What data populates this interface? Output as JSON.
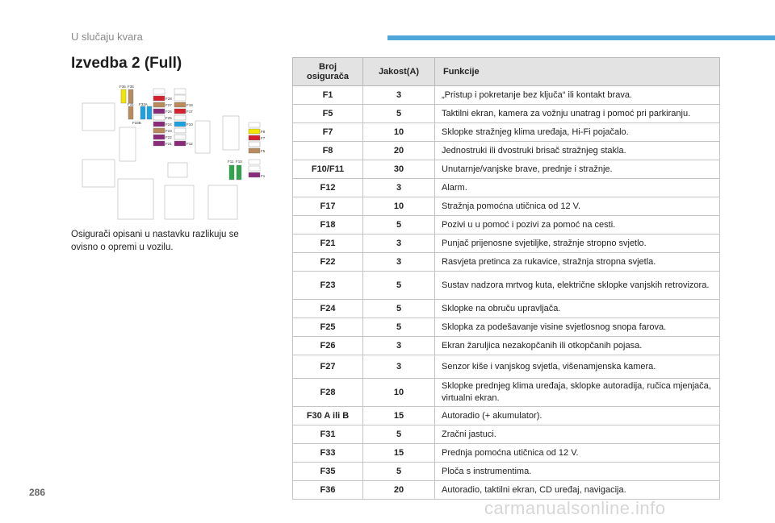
{
  "header": {
    "section": "U slučaju kvara",
    "accent": "#4ea7d8"
  },
  "title": "Izvedba 2 (Full)",
  "note": "Osigurači opisani u nastavku razlikuju se ovisno o opremi u vozilu.",
  "page_number": "286",
  "watermark": "carmanualsonline.info",
  "diagram": {
    "labels": {
      "f36": "F36",
      "f35": "F35",
      "f31": "F31",
      "f33a": "F33A",
      "f33b": "F33B",
      "f28": "F28",
      "f27": "F27",
      "f26": "F26",
      "f25": "F25",
      "f24": "F24",
      "f23": "F23",
      "f22": "F22",
      "f21": "F21",
      "f18": "F18",
      "f17": "F17",
      "f10": "F10",
      "f12": "F12",
      "f8": "F8",
      "f7": "F7",
      "f5": "F5",
      "f11": "F11",
      "f10b": "F10",
      "f1": "F1"
    },
    "colors": {
      "yellow": "#f2e600",
      "brown": "#b88a5c",
      "blue": "#1da2e0",
      "red": "#d4202f",
      "purple": "#8a2a7a",
      "green": "#2ea54a"
    }
  },
  "table": {
    "headers": {
      "fuse": "Broj osigurača",
      "rating": "Jakost(A)",
      "function": "Funkcije"
    },
    "rows": [
      {
        "fuse": "F1",
        "rating": "3",
        "function": "„Pristup i pokretanje bez ključa“ ili kontakt brava."
      },
      {
        "fuse": "F5",
        "rating": "5",
        "function": "Taktilni ekran, kamera za vožnju unatrag i pomoć pri parkiranju."
      },
      {
        "fuse": "F7",
        "rating": "10",
        "function": "Sklopke stražnjeg klima uređaja, Hi-Fi pojačalo."
      },
      {
        "fuse": "F8",
        "rating": "20",
        "function": "Jednostruki ili dvostruki brisač stražnjeg stakla."
      },
      {
        "fuse": "F10/F11",
        "rating": "30",
        "function": "Unutarnje/vanjske brave, prednje i stražnje."
      },
      {
        "fuse": "F12",
        "rating": "3",
        "function": "Alarm."
      },
      {
        "fuse": "F17",
        "rating": "10",
        "function": "Stražnja pomoćna utičnica od 12 V."
      },
      {
        "fuse": "F18",
        "rating": "5",
        "function": "Pozivi u u pomoć i pozivi za pomoć na cesti."
      },
      {
        "fuse": "F21",
        "rating": "3",
        "function": "Punjač prijenosne svjetiljke, stražnje stropno svjetlo."
      },
      {
        "fuse": "F22",
        "rating": "3",
        "function": "Rasvjeta pretinca za rukavice, stražnja stropna svjetla."
      },
      {
        "fuse": "F23",
        "rating": "5",
        "function": "Sustav nadzora mrtvog kuta, električne sklopke vanjskih retrovizora."
      },
      {
        "fuse": "F24",
        "rating": "5",
        "function": "Sklopke na obruču upravljača."
      },
      {
        "fuse": "F25",
        "rating": "5",
        "function": "Sklopka za podešavanje visine svjetlosnog snopa farova."
      },
      {
        "fuse": "F26",
        "rating": "3",
        "function": "Ekran žaruljica nezakopčanih ili otkopčanih pojasa."
      },
      {
        "fuse": "F27",
        "rating": "3",
        "function": "Senzor kiše i vanjskog svjetla, višenamjenska kamera."
      },
      {
        "fuse": "F28",
        "rating": "10",
        "function": "Sklopke prednjeg klima uređaja, sklopke autoradija, ručica mjenjača, virtualni ekran."
      },
      {
        "fuse": "F30 A ili B",
        "rating": "15",
        "function": "Autoradio (+ akumulator)."
      },
      {
        "fuse": "F31",
        "rating": "5",
        "function": "Zračni jastuci."
      },
      {
        "fuse": "F33",
        "rating": "15",
        "function": "Prednja pomoćna utičnica od 12 V."
      },
      {
        "fuse": "F35",
        "rating": "5",
        "function": "Ploča s instrumentima."
      },
      {
        "fuse": "F36",
        "rating": "20",
        "function": "Autoradio, taktilni ekran, CD uređaj, navigacija."
      }
    ]
  }
}
